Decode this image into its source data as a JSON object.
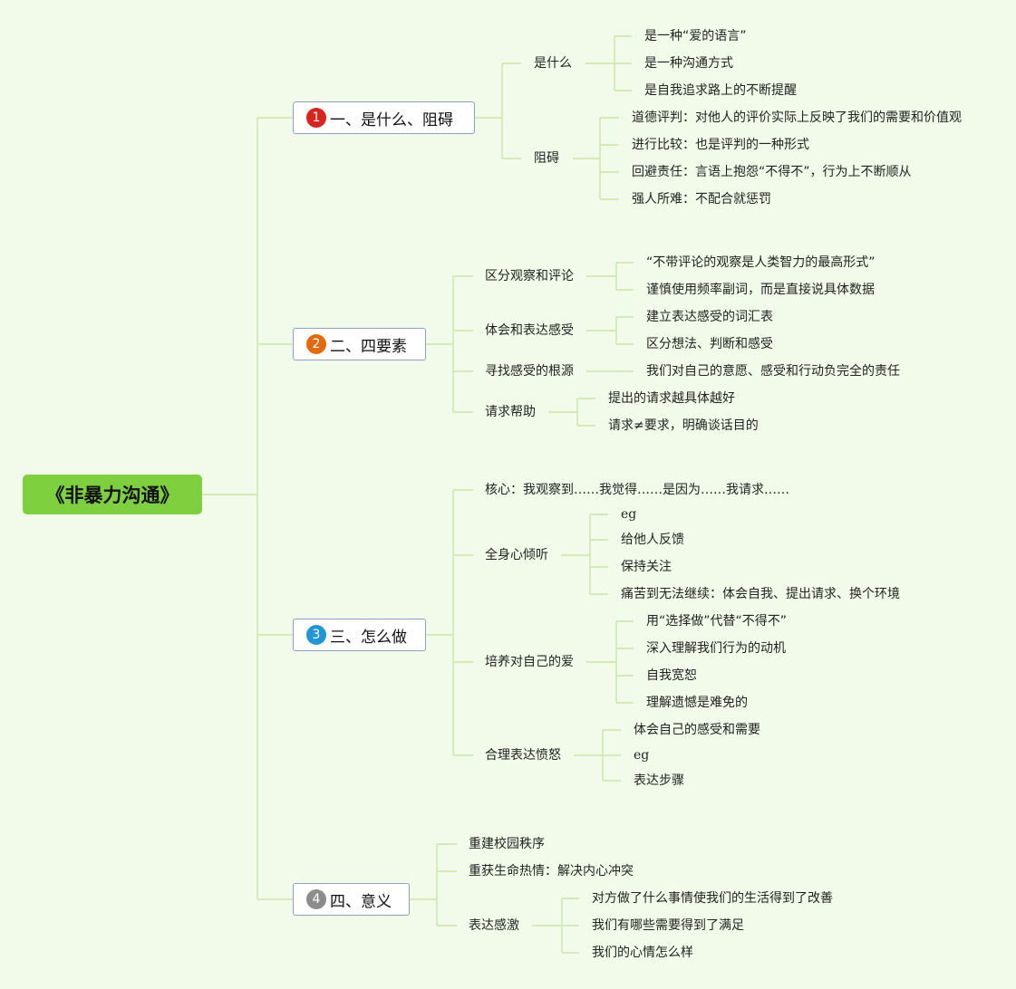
{
  "title": "《非暴力沟通》",
  "colors": {
    "background": "#f2fbe9",
    "root": "#7ed03e",
    "line": "#c9e6a8",
    "badge_1": "#d9231b",
    "badge_2": "#e36a0c",
    "badge_3": "#1f96d6",
    "badge_4": "#8c8c8c"
  },
  "branches": [
    {
      "number": "1",
      "label": "一、是什么、阻碍",
      "children": [
        {
          "label": "是什么",
          "children": [
            "是一种“爱的语言”",
            "是一种沟通方式",
            "是自我追求路上的不断提醒"
          ]
        },
        {
          "label": "阻碍",
          "children": [
            "道德评判：对他人的评价实际上反映了我们的需要和价值观",
            "进行比较：也是评判的一种形式",
            "回避责任：言语上抱怨“不得不”，行为上不断顺从",
            "强人所难：不配合就惩罚"
          ]
        }
      ]
    },
    {
      "number": "2",
      "label": "二、四要素",
      "children": [
        {
          "label": "区分观察和评论",
          "children": [
            "“不带评论的观察是人类智力的最高形式”",
            "谨慎使用频率副词，而是直接说具体数据"
          ]
        },
        {
          "label": "体会和表达感受",
          "children": [
            "建立表达感受的词汇表",
            "区分想法、判断和感受"
          ]
        },
        {
          "label": "寻找感受的根源",
          "children": [
            "我们对自己的意愿、感受和行动负完全的责任"
          ]
        },
        {
          "label": "请求帮助",
          "children": [
            "提出的请求越具体越好",
            "请求≠要求，明确谈话目的"
          ]
        }
      ]
    },
    {
      "number": "3",
      "label": "三、怎么做",
      "children": [
        {
          "label": "核心：我观察到……我觉得……是因为……我请求……",
          "children": []
        },
        {
          "label": "全身心倾听",
          "children": [
            "eg",
            "给他人反馈",
            "保持关注",
            "痛苦到无法继续：体会自我、提出请求、换个环境"
          ]
        },
        {
          "label": "培养对自己的爱",
          "children": [
            "用“选择做”代替“不得不”",
            "深入理解我们行为的动机",
            "自我宽恕",
            "理解遗憾是难免的"
          ]
        },
        {
          "label": "合理表达愤怒",
          "children": [
            "体会自己的感受和需要",
            "eg",
            "表达步骤"
          ]
        }
      ]
    },
    {
      "number": "4",
      "label": "四、意义",
      "children": [
        {
          "label": "重建校园秩序",
          "children": []
        },
        {
          "label": "重获生命热情：解决内心冲突",
          "children": []
        },
        {
          "label": "表达感激",
          "children": [
            "对方做了什么事情使我们的生活得到了改善",
            "我们有哪些需要得到了满足",
            "我们的心情怎么样"
          ]
        }
      ]
    }
  ]
}
